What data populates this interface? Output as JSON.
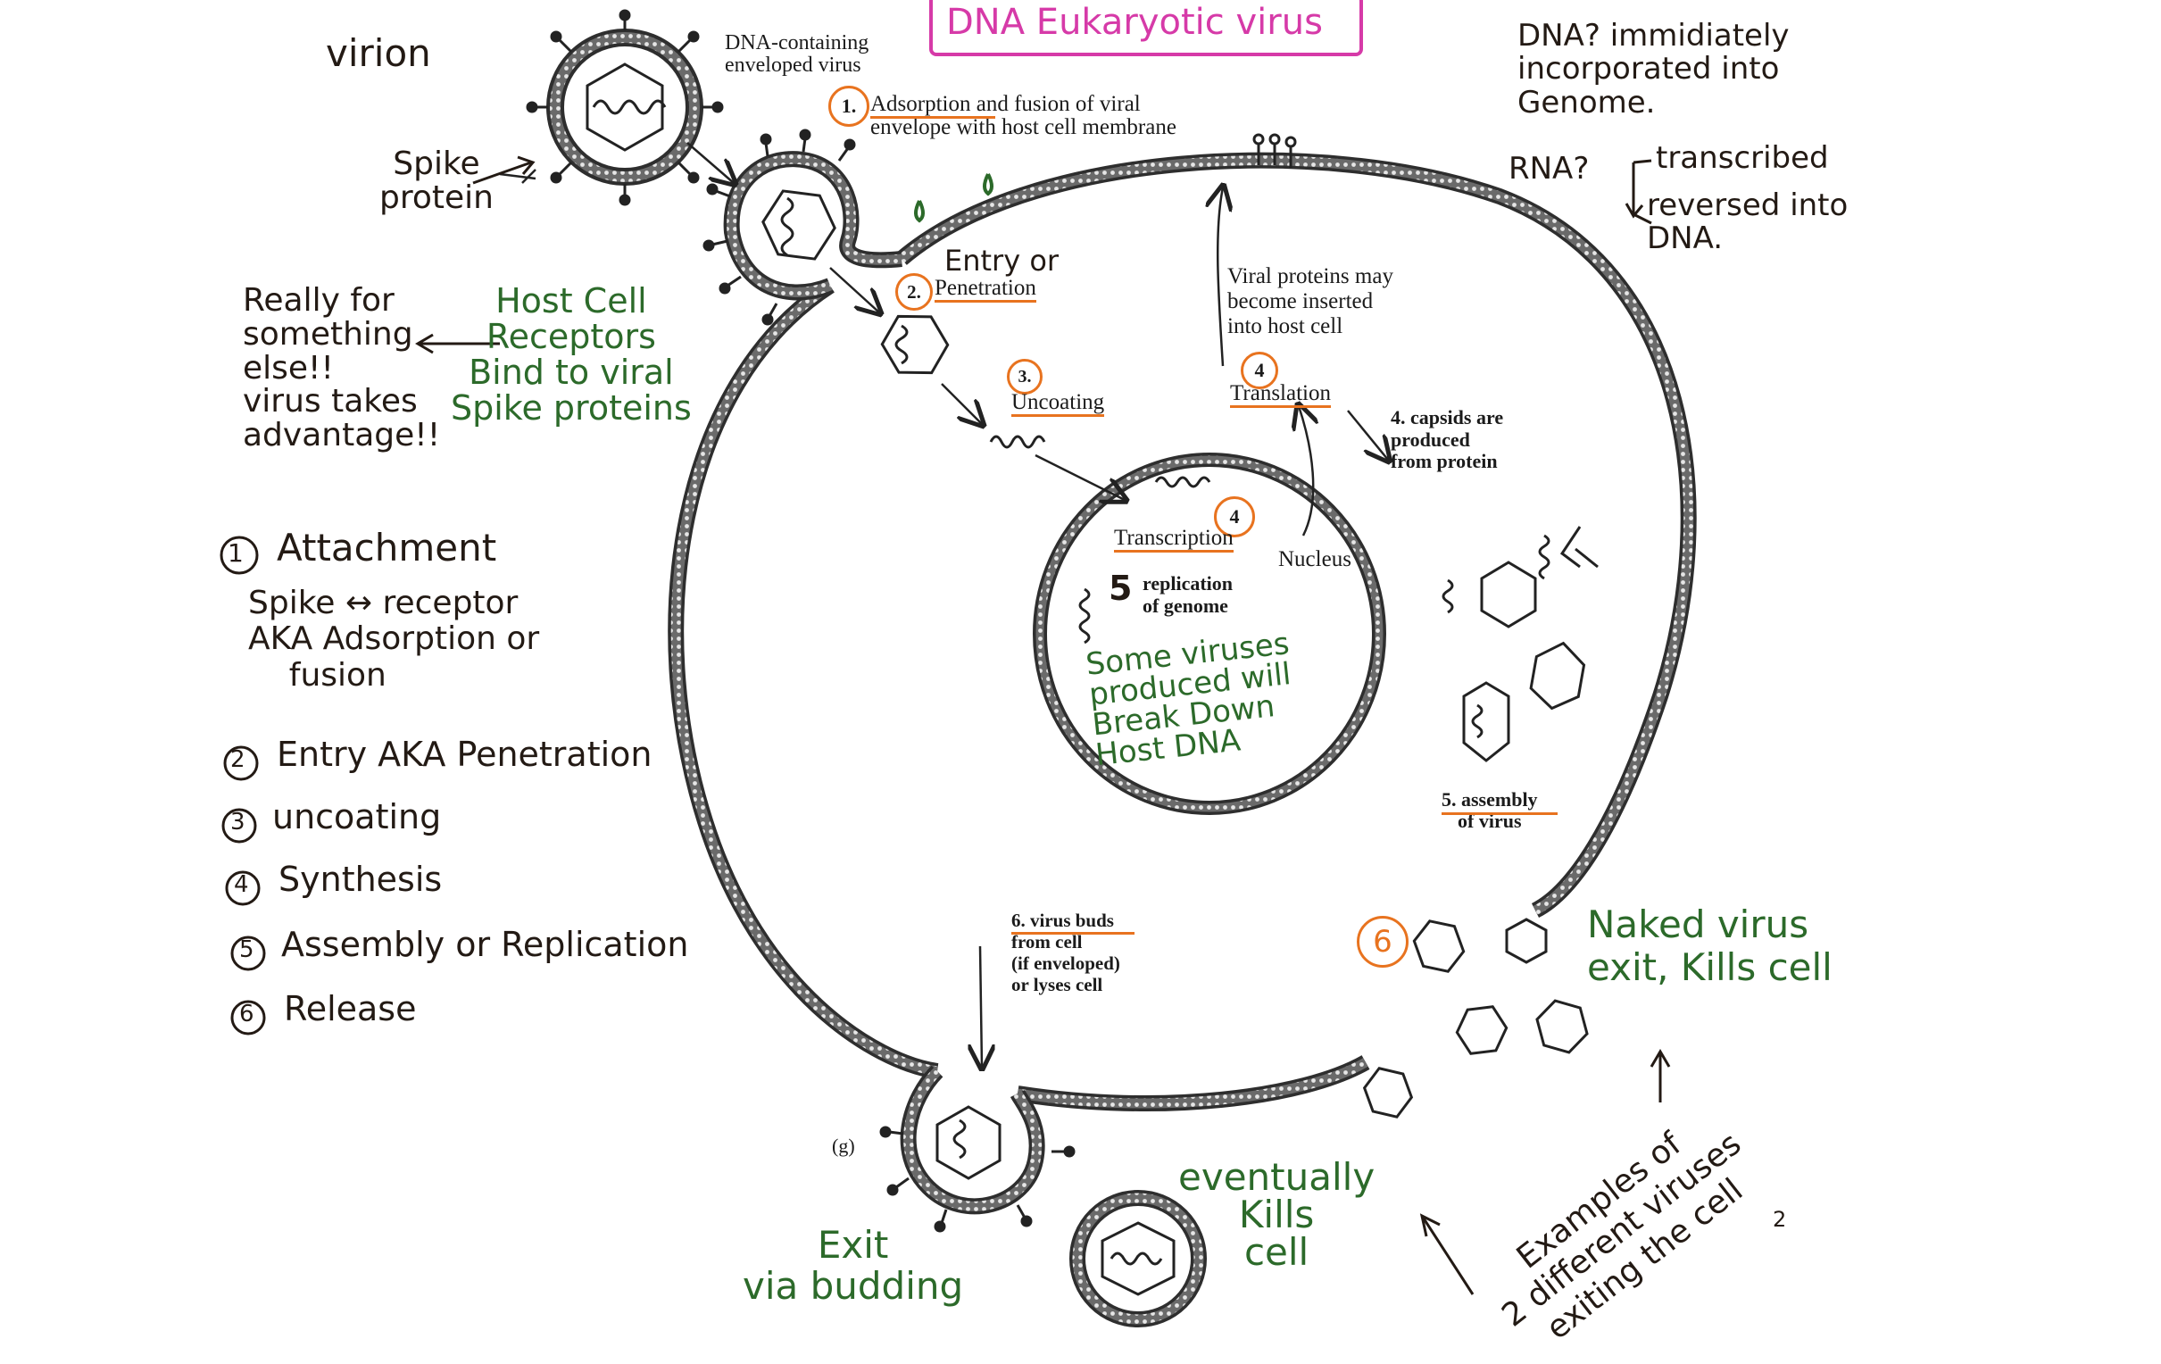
{
  "header": {
    "title": "DNA Eukaryotic virus",
    "title_color": "#d63aa8"
  },
  "virion": {
    "label": "virion",
    "caption": "DNA-containing\nenveloped virus",
    "spike_label": "Spike\nprotein"
  },
  "steps_printed": {
    "s1_num": "1.",
    "s1_text": "Adsorption and fusion of viral\nenvelope with host cell membrane",
    "s2_hand": "Entry or",
    "s2_num": "2.",
    "s2_text": "Penetration",
    "s3_num": "3.",
    "s3_text": "Uncoating",
    "viral_proteins": "Viral proteins may\nbecome inserted\ninto host cell",
    "translation_num": "4",
    "translation": "Translation",
    "capsids": "4. capsids are\nproduced\nfrom protein",
    "transcription_num": "4",
    "transcription": "Transcription",
    "nucleus": "Nucleus",
    "replication_num": "5",
    "replication": "replication\nof genome",
    "assembly": "5. assembly\nof virus",
    "buds": "6. virus buds\nfrom cell\n(if enveloped)\nor lyses cell",
    "release_num": "6",
    "g_label": "(g)",
    "page_number": "2"
  },
  "notes": {
    "really": "Really for\nsomething\nelse!!\nvirus takes\nadvantage!!",
    "host_receptors": "Host Cell\nReceptors\nBind to viral\nSpike proteins",
    "dna_rna": "DNA? immidiately\nincorporated into\nGenome.",
    "rna": "RNA?",
    "transcribed": "transcribed",
    "reversed": "reversed into\nDNA.",
    "some_viruses": "Some viruses\nproduced will\nBreak Down\nHost DNA",
    "naked_virus": "Naked virus\nexit, Kills cell",
    "exit_budding": "Exit\nvia budding",
    "eventually": "eventually\nKills\ncell",
    "examples": "Examples of\n2 different viruses\nexiting the cell"
  },
  "legend": {
    "attachment_n": "1",
    "attachment": "Attachment",
    "attachment_sub": "Spike ↔ receptor\nAKA Adsorption or\n    fusion",
    "items": [
      {
        "n": "2",
        "label": "Entry AKA Penetration"
      },
      {
        "n": "3",
        "label": "uncoating"
      },
      {
        "n": "4",
        "label": "Synthesis"
      },
      {
        "n": "5",
        "label": "Assembly or Replication"
      },
      {
        "n": "6",
        "label": "Release"
      }
    ]
  },
  "colors": {
    "ink": "#231a14",
    "green_ink": "#2c6a2a",
    "orange_ink": "#e8731f",
    "magenta_ink": "#d63aa8",
    "membrane": "#555555"
  }
}
